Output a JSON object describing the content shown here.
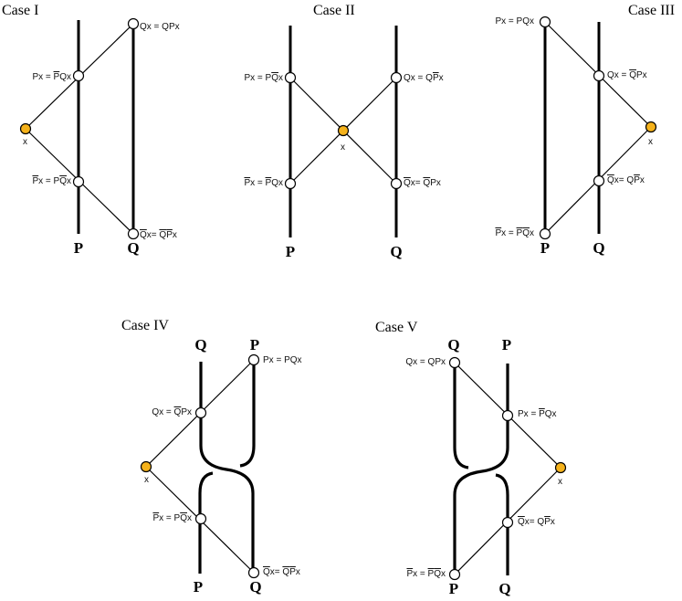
{
  "cases": [
    {
      "title": "Case I",
      "lines": [
        "P",
        "Q"
      ],
      "x_label": "x",
      "nodes": [
        {
          "parts": [
            [
              "Q",
              0
            ],
            [
              "x = QPx",
              0
            ]
          ]
        },
        {
          "parts": [
            [
              "Px = ",
              0
            ],
            [
              "P",
              1
            ],
            [
              "Qx",
              0
            ]
          ]
        },
        {
          "parts": [
            [
              "P",
              1
            ],
            [
              "x = P",
              0
            ],
            [
              "Q",
              1
            ],
            [
              "x",
              0
            ]
          ]
        },
        {
          "parts": [
            [
              "Q",
              1
            ],
            [
              "x= ",
              0
            ],
            [
              "Q",
              1
            ],
            [
              "P",
              1
            ],
            [
              "x",
              0
            ]
          ]
        }
      ]
    },
    {
      "title": "Case II",
      "lines": [
        "P",
        "Q"
      ],
      "x_label": "x",
      "nodes": [
        {
          "parts": [
            [
              "Px = P",
              0
            ],
            [
              "Q",
              1
            ],
            [
              "x",
              0
            ]
          ]
        },
        {
          "parts": [
            [
              "Qx = Q",
              0
            ],
            [
              "P",
              1
            ],
            [
              "x",
              0
            ]
          ]
        },
        {
          "parts": [
            [
              "P",
              1
            ],
            [
              "x = ",
              0
            ],
            [
              "P",
              1
            ],
            [
              "Qx",
              0
            ]
          ]
        },
        {
          "parts": [
            [
              "Q",
              1
            ],
            [
              "x= ",
              0
            ],
            [
              "Q",
              1
            ],
            [
              "Px",
              0
            ]
          ]
        }
      ]
    },
    {
      "title": "Case III",
      "lines": [
        "P",
        "Q"
      ],
      "x_label": "x",
      "nodes": [
        {
          "parts": [
            [
              "Px = PQx",
              0
            ]
          ]
        },
        {
          "parts": [
            [
              "Qx = ",
              0
            ],
            [
              "Q",
              1
            ],
            [
              "Px",
              0
            ]
          ]
        },
        {
          "parts": [
            [
              "Q",
              1
            ],
            [
              "x= Q",
              0
            ],
            [
              "P",
              1
            ],
            [
              "x",
              0
            ]
          ]
        },
        {
          "parts": [
            [
              "P",
              1
            ],
            [
              "x = ",
              0
            ],
            [
              "P",
              1
            ],
            [
              "Q",
              1
            ],
            [
              "x",
              0
            ]
          ]
        }
      ]
    },
    {
      "title": "Case IV",
      "top_labels": [
        "Q",
        "P"
      ],
      "bottom_labels": [
        "P",
        "Q"
      ],
      "x_label": "x",
      "nodes": [
        {
          "parts": [
            [
              "Px = PQx",
              0
            ]
          ]
        },
        {
          "parts": [
            [
              "Qx = ",
              0
            ],
            [
              "Q",
              1
            ],
            [
              "Px",
              0
            ]
          ]
        },
        {
          "parts": [
            [
              "P",
              1
            ],
            [
              "x = P",
              0
            ],
            [
              "Q",
              1
            ],
            [
              "x",
              0
            ]
          ]
        },
        {
          "parts": [
            [
              "Q",
              1
            ],
            [
              "x= ",
              0
            ],
            [
              "Q",
              1
            ],
            [
              "P",
              1
            ],
            [
              "x",
              0
            ]
          ]
        }
      ]
    },
    {
      "title": "Case V",
      "top_labels": [
        "Q",
        "P"
      ],
      "bottom_labels": [
        "P",
        "Q"
      ],
      "x_label": "x",
      "nodes": [
        {
          "parts": [
            [
              "Qx = QPx",
              0
            ]
          ]
        },
        {
          "parts": [
            [
              "Px = ",
              0
            ],
            [
              "P",
              1
            ],
            [
              "Qx",
              0
            ]
          ]
        },
        {
          "parts": [
            [
              "Q",
              1
            ],
            [
              "x= Q",
              0
            ],
            [
              "P",
              1
            ],
            [
              "x",
              0
            ]
          ]
        },
        {
          "parts": [
            [
              "P",
              1
            ],
            [
              "x = ",
              0
            ],
            [
              "P",
              1
            ],
            [
              "Q",
              1
            ],
            [
              "x",
              0
            ]
          ]
        }
      ]
    }
  ],
  "colors": {
    "line": "#000000",
    "node_fill": "#ffffff",
    "x_node_fill": "#f5b21b",
    "text": "#111111"
  }
}
